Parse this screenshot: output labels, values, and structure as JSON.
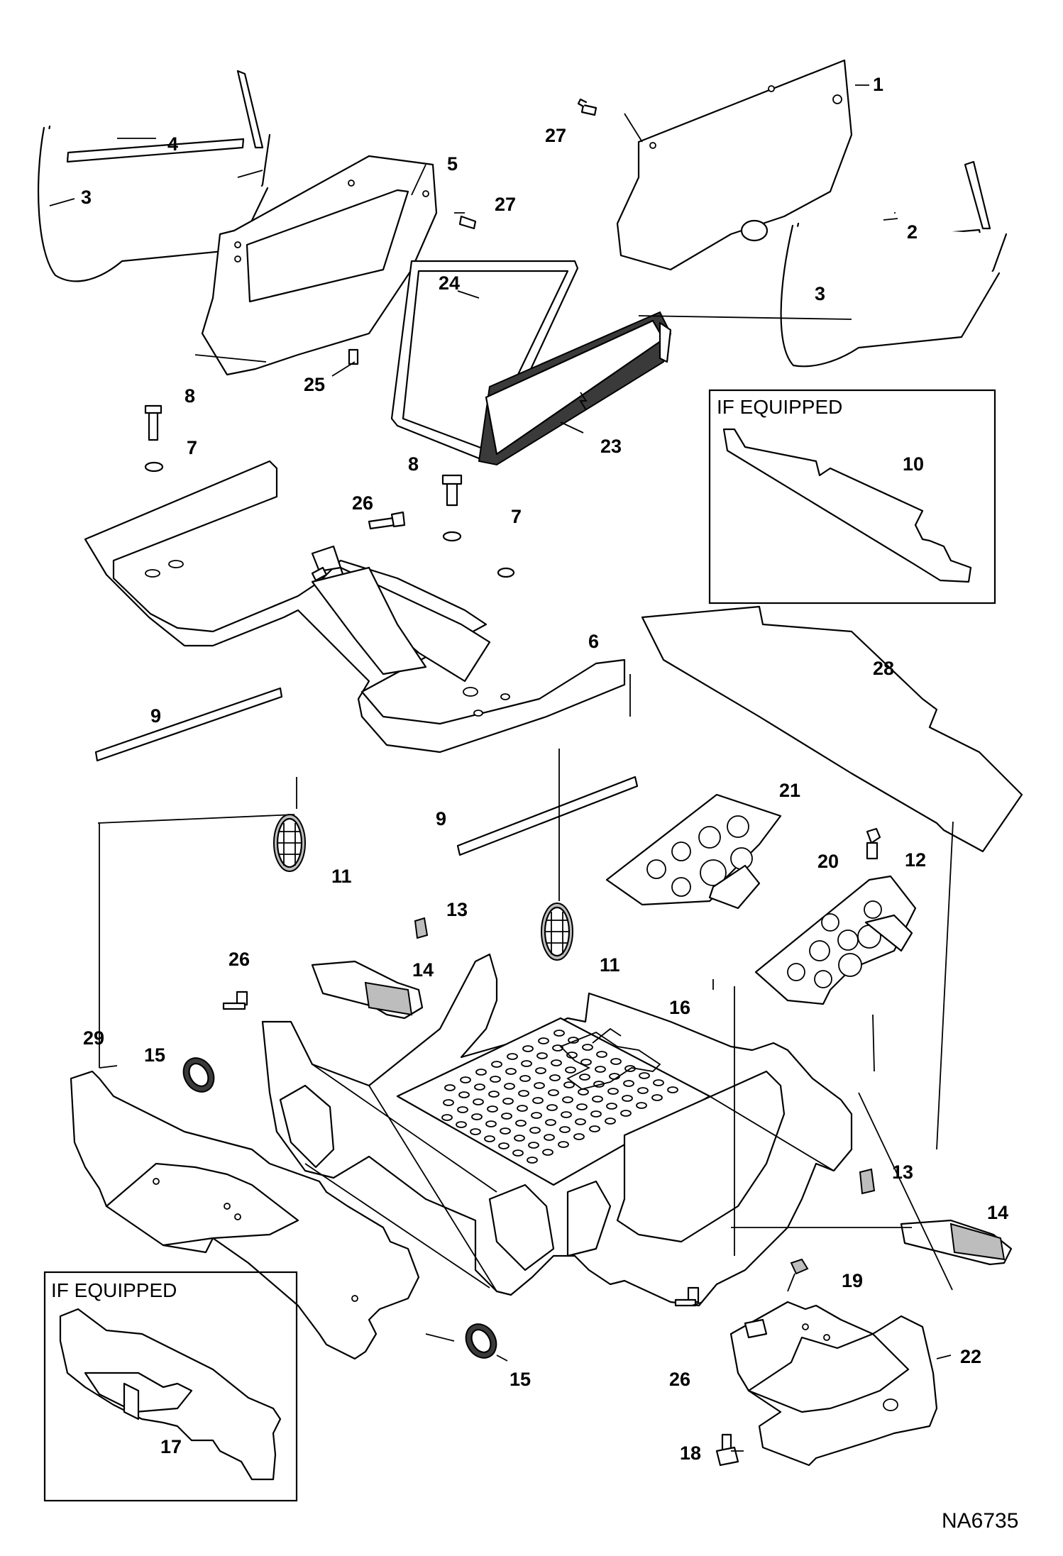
{
  "drawing_number": "NA6735",
  "if_equipped_labels": [
    "IF EQUIPPED",
    "IF EQUIPPED"
  ],
  "callouts": [
    "1",
    "2",
    "3",
    "3",
    "4",
    "5",
    "6",
    "7",
    "7",
    "8",
    "8",
    "9",
    "9",
    "10",
    "11",
    "11",
    "12",
    "13",
    "13",
    "14",
    "14",
    "15",
    "15",
    "16",
    "17",
    "18",
    "19",
    "20",
    "21",
    "22",
    "23",
    "24",
    "25",
    "26",
    "26",
    "26",
    "27",
    "27",
    "28",
    "29"
  ]
}
